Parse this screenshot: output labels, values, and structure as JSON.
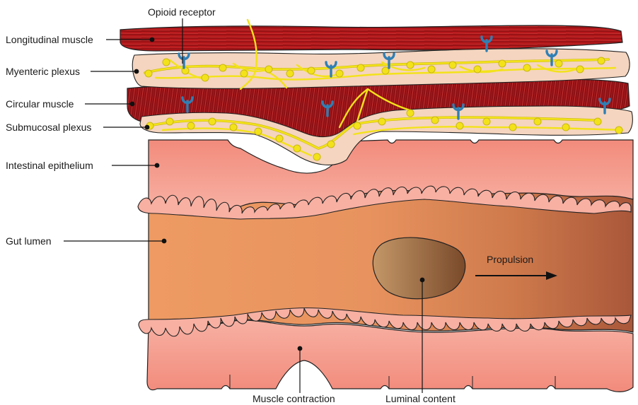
{
  "labels": {
    "opioid_receptor": "Opioid receptor",
    "longitudinal_muscle": "Longitudinal muscle",
    "myenteric_plexus": "Myenteric plexus",
    "circular_muscle": "Circular muscle",
    "submucosal_plexus": "Submucosal plexus",
    "intestinal_epithelium": "Intestinal epithelium",
    "gut_lumen": "Gut lumen",
    "propulsion": "Propulsion",
    "muscle_contraction": "Muscle contraction",
    "luminal_content": "Luminal content"
  },
  "colors": {
    "longitudinal_muscle": "#b3161a",
    "circular_muscle": "#8e1212",
    "plexus_layer": "#f5d5bf",
    "nerve": "#f3e21a",
    "receptor": "#2f7fb5",
    "epithelium": "#f19a8d",
    "lumen_light": "#f0a66e",
    "lumen_dark": "#b0603a",
    "luminal_content": "#8a5a35"
  }
}
